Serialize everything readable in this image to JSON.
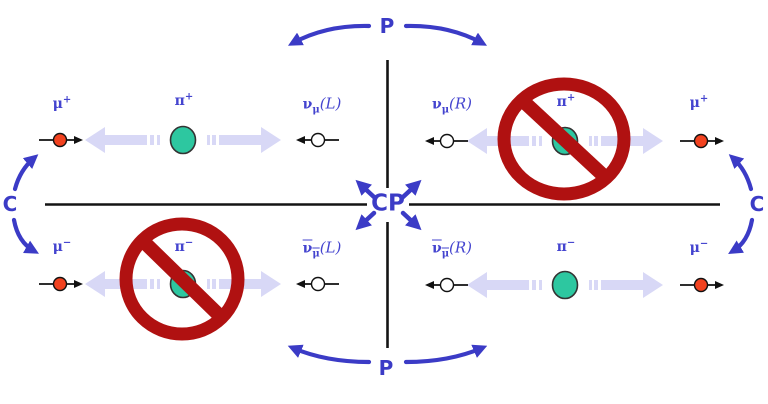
{
  "symmetry": {
    "p_top": "P",
    "p_bottom": "P",
    "c_left": "C",
    "c_right": "C",
    "cp": "CP"
  },
  "colors": {
    "symmetry_blue": "#3b3bc6",
    "label_blue": "#4444cf",
    "pion_teal": "#2dc7a0",
    "muon_red": "#f2421f",
    "momentum_arrow_lavender": "#d8d8f6",
    "forbidden_red": "#b01111",
    "axis_black": "#141414",
    "background": "#ffffff"
  },
  "icons": {
    "pion": "filled teal circle",
    "muon": "filled red-orange circle with rightward spin arrow",
    "neutrino": "open white circle with leftward spin arrow",
    "momentum_arrow": "thick lavender block arrow with dashed tail",
    "forbidden": "dark-red prohibition circle with diagonal slash"
  },
  "quadrants": [
    {
      "position": "top-left",
      "decay_allowed": true,
      "left": {
        "type": "muon",
        "sym": "μ",
        "charge": "+"
      },
      "pion": {
        "sym": "π",
        "charge": "+"
      },
      "right": {
        "type": "neutrino",
        "sym": "ν",
        "sub": "μ",
        "helicity": "(L)",
        "anti": false
      }
    },
    {
      "position": "top-right",
      "decay_allowed": false,
      "left": {
        "type": "neutrino",
        "sym": "ν",
        "sub": "μ",
        "helicity": "(R)",
        "anti": false
      },
      "pion": {
        "sym": "π",
        "charge": "+"
      },
      "right": {
        "type": "muon",
        "sym": "μ",
        "charge": "+"
      }
    },
    {
      "position": "bottom-left",
      "decay_allowed": false,
      "left": {
        "type": "muon",
        "sym": "μ",
        "charge": "−"
      },
      "pion": {
        "sym": "π",
        "charge": "−"
      },
      "right": {
        "type": "neutrino",
        "sym": "ν",
        "sub": "μ",
        "helicity": "(L)",
        "anti": true
      }
    },
    {
      "position": "bottom-right",
      "decay_allowed": true,
      "left": {
        "type": "neutrino",
        "sym": "ν",
        "sub": "μ",
        "helicity": "(R)",
        "anti": true
      },
      "pion": {
        "sym": "π",
        "charge": "−"
      },
      "right": {
        "type": "muon",
        "sym": "μ",
        "charge": "−"
      }
    }
  ]
}
